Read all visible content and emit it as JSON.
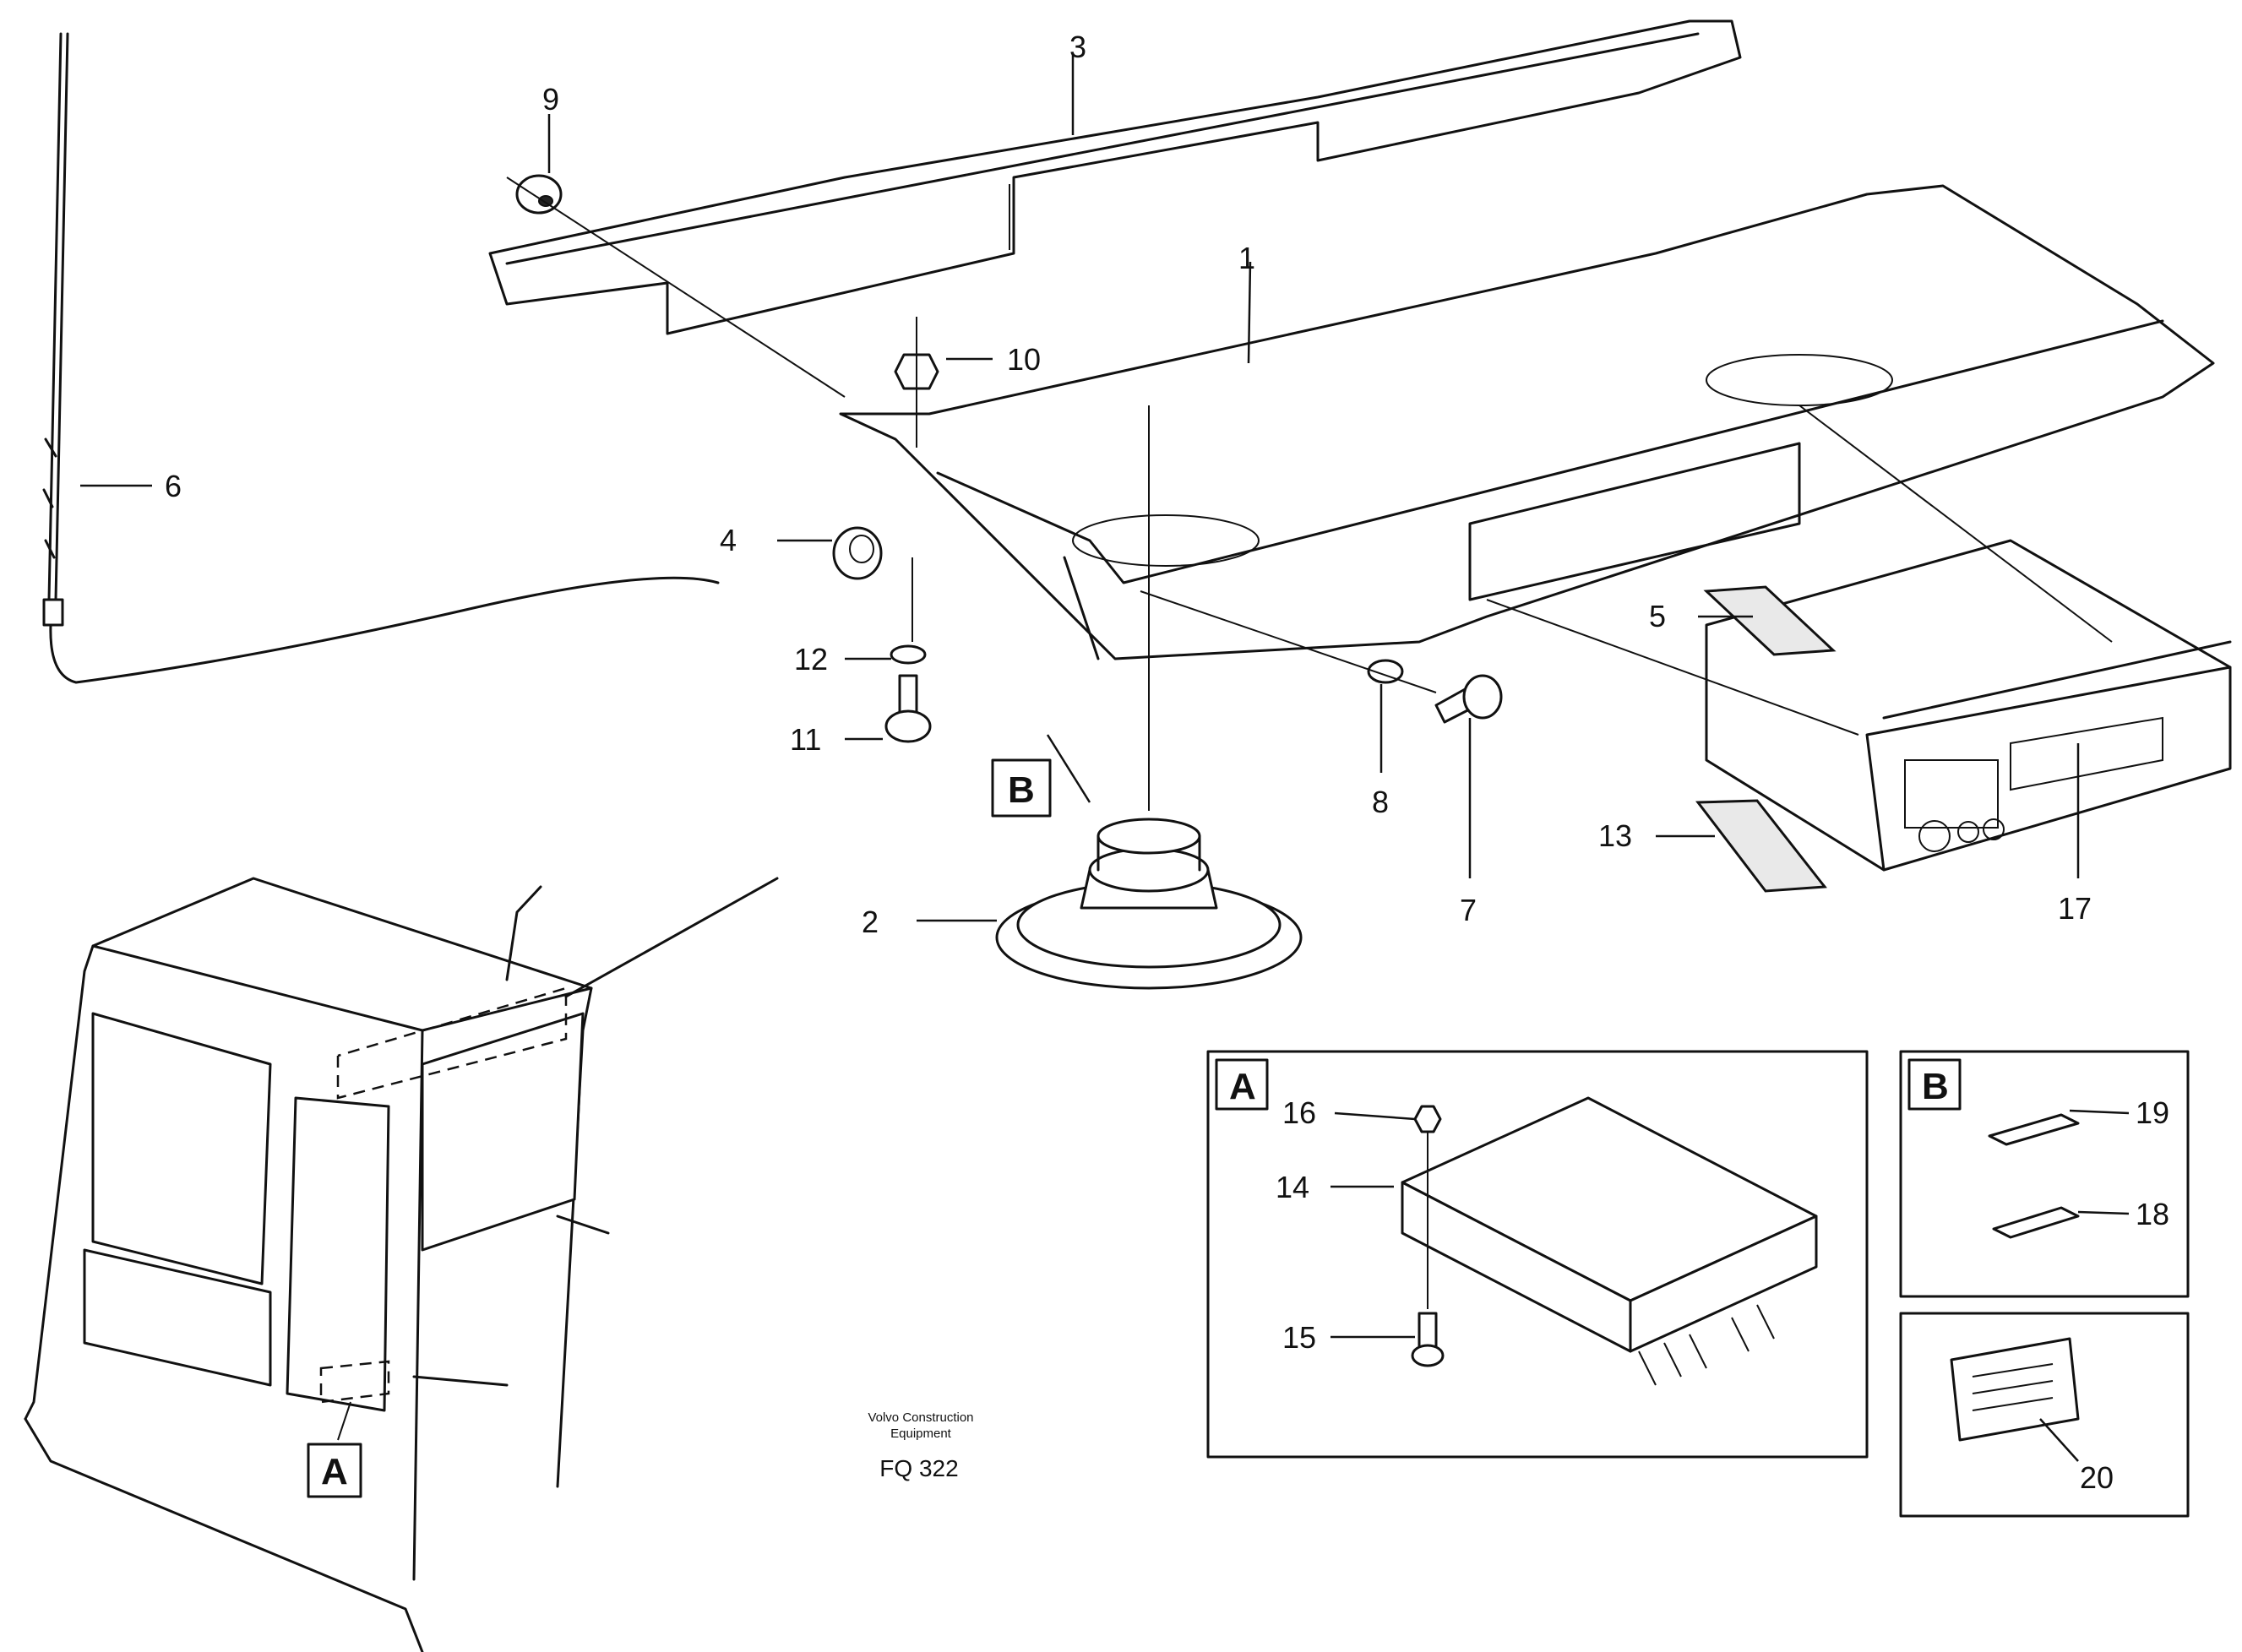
{
  "parts": [
    {
      "id": "p1",
      "label": "1"
    },
    {
      "id": "p2",
      "label": "2"
    },
    {
      "id": "p3",
      "label": "3"
    },
    {
      "id": "p4",
      "label": "4"
    },
    {
      "id": "p5",
      "label": "5"
    },
    {
      "id": "p6",
      "label": "6"
    },
    {
      "id": "p7",
      "label": "7"
    },
    {
      "id": "p8",
      "label": "8"
    },
    {
      "id": "p9",
      "label": "9"
    },
    {
      "id": "p10",
      "label": "10"
    },
    {
      "id": "p11",
      "label": "11"
    },
    {
      "id": "p12",
      "label": "12"
    },
    {
      "id": "p13",
      "label": "13"
    },
    {
      "id": "p14",
      "label": "14"
    },
    {
      "id": "p15",
      "label": "15"
    },
    {
      "id": "p16",
      "label": "16"
    },
    {
      "id": "p17",
      "label": "17"
    },
    {
      "id": "p18",
      "label": "18"
    },
    {
      "id": "p19",
      "label": "19"
    },
    {
      "id": "p20",
      "label": "20"
    }
  ],
  "detail_refs": {
    "a": "A",
    "b": "B"
  },
  "footer": {
    "manufacturer_line1": "Volvo Construction",
    "manufacturer_line2": "Equipment",
    "drawing_code": "FQ 322"
  }
}
